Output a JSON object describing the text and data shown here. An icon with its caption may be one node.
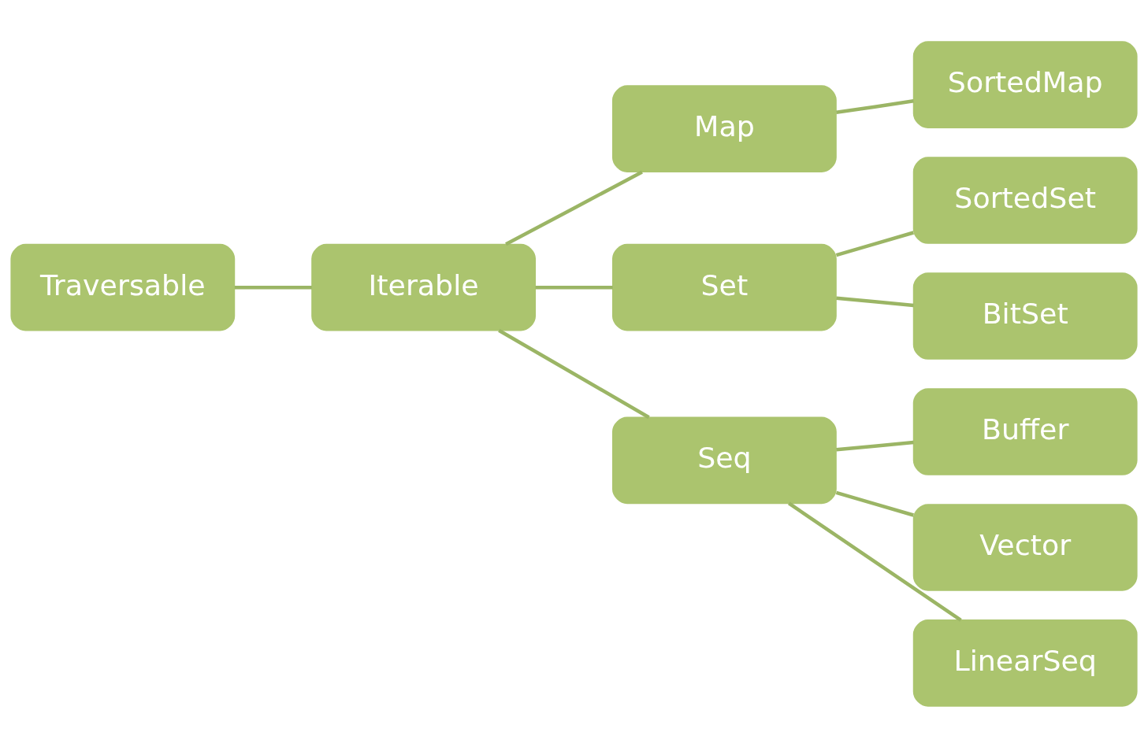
{
  "diagram": {
    "nodes": [
      {
        "text": [
          "Traversable"
        ]
      },
      {
        "text": [
          "Iterable"
        ]
      },
      {
        "text": [
          "Map"
        ]
      },
      {
        "text": [
          "SortedMap"
        ]
      },
      {
        "text": [
          "Set"
        ]
      },
      {
        "text": [
          "SortedSet"
        ]
      },
      {
        "text": [
          "BitSet"
        ]
      },
      {
        "text": [
          "Seq"
        ]
      },
      {
        "text": [
          "Buffer"
        ]
      },
      {
        "text": [
          "Vector"
        ]
      },
      {
        "text": [
          "LinearSeq"
        ]
      }
    ],
    "edges": [
      {
        "from": 0,
        "to": 1,
        "arrow": "none"
      },
      {
        "from": 1,
        "to": 2,
        "arrow": "none"
      },
      {
        "from": 1,
        "to": 4,
        "arrow": "none"
      },
      {
        "from": 1,
        "to": 7,
        "arrow": "none"
      },
      {
        "from": 2,
        "to": 3,
        "arrow": "none"
      },
      {
        "from": 4,
        "to": 5,
        "arrow": "none"
      },
      {
        "from": 4,
        "to": 6,
        "arrow": "none"
      },
      {
        "from": 7,
        "to": 8,
        "arrow": "none"
      },
      {
        "from": 7,
        "to": 9,
        "arrow": "none"
      },
      {
        "from": 7,
        "to": 10,
        "arrow": "none"
      }
    ]
  }
}
